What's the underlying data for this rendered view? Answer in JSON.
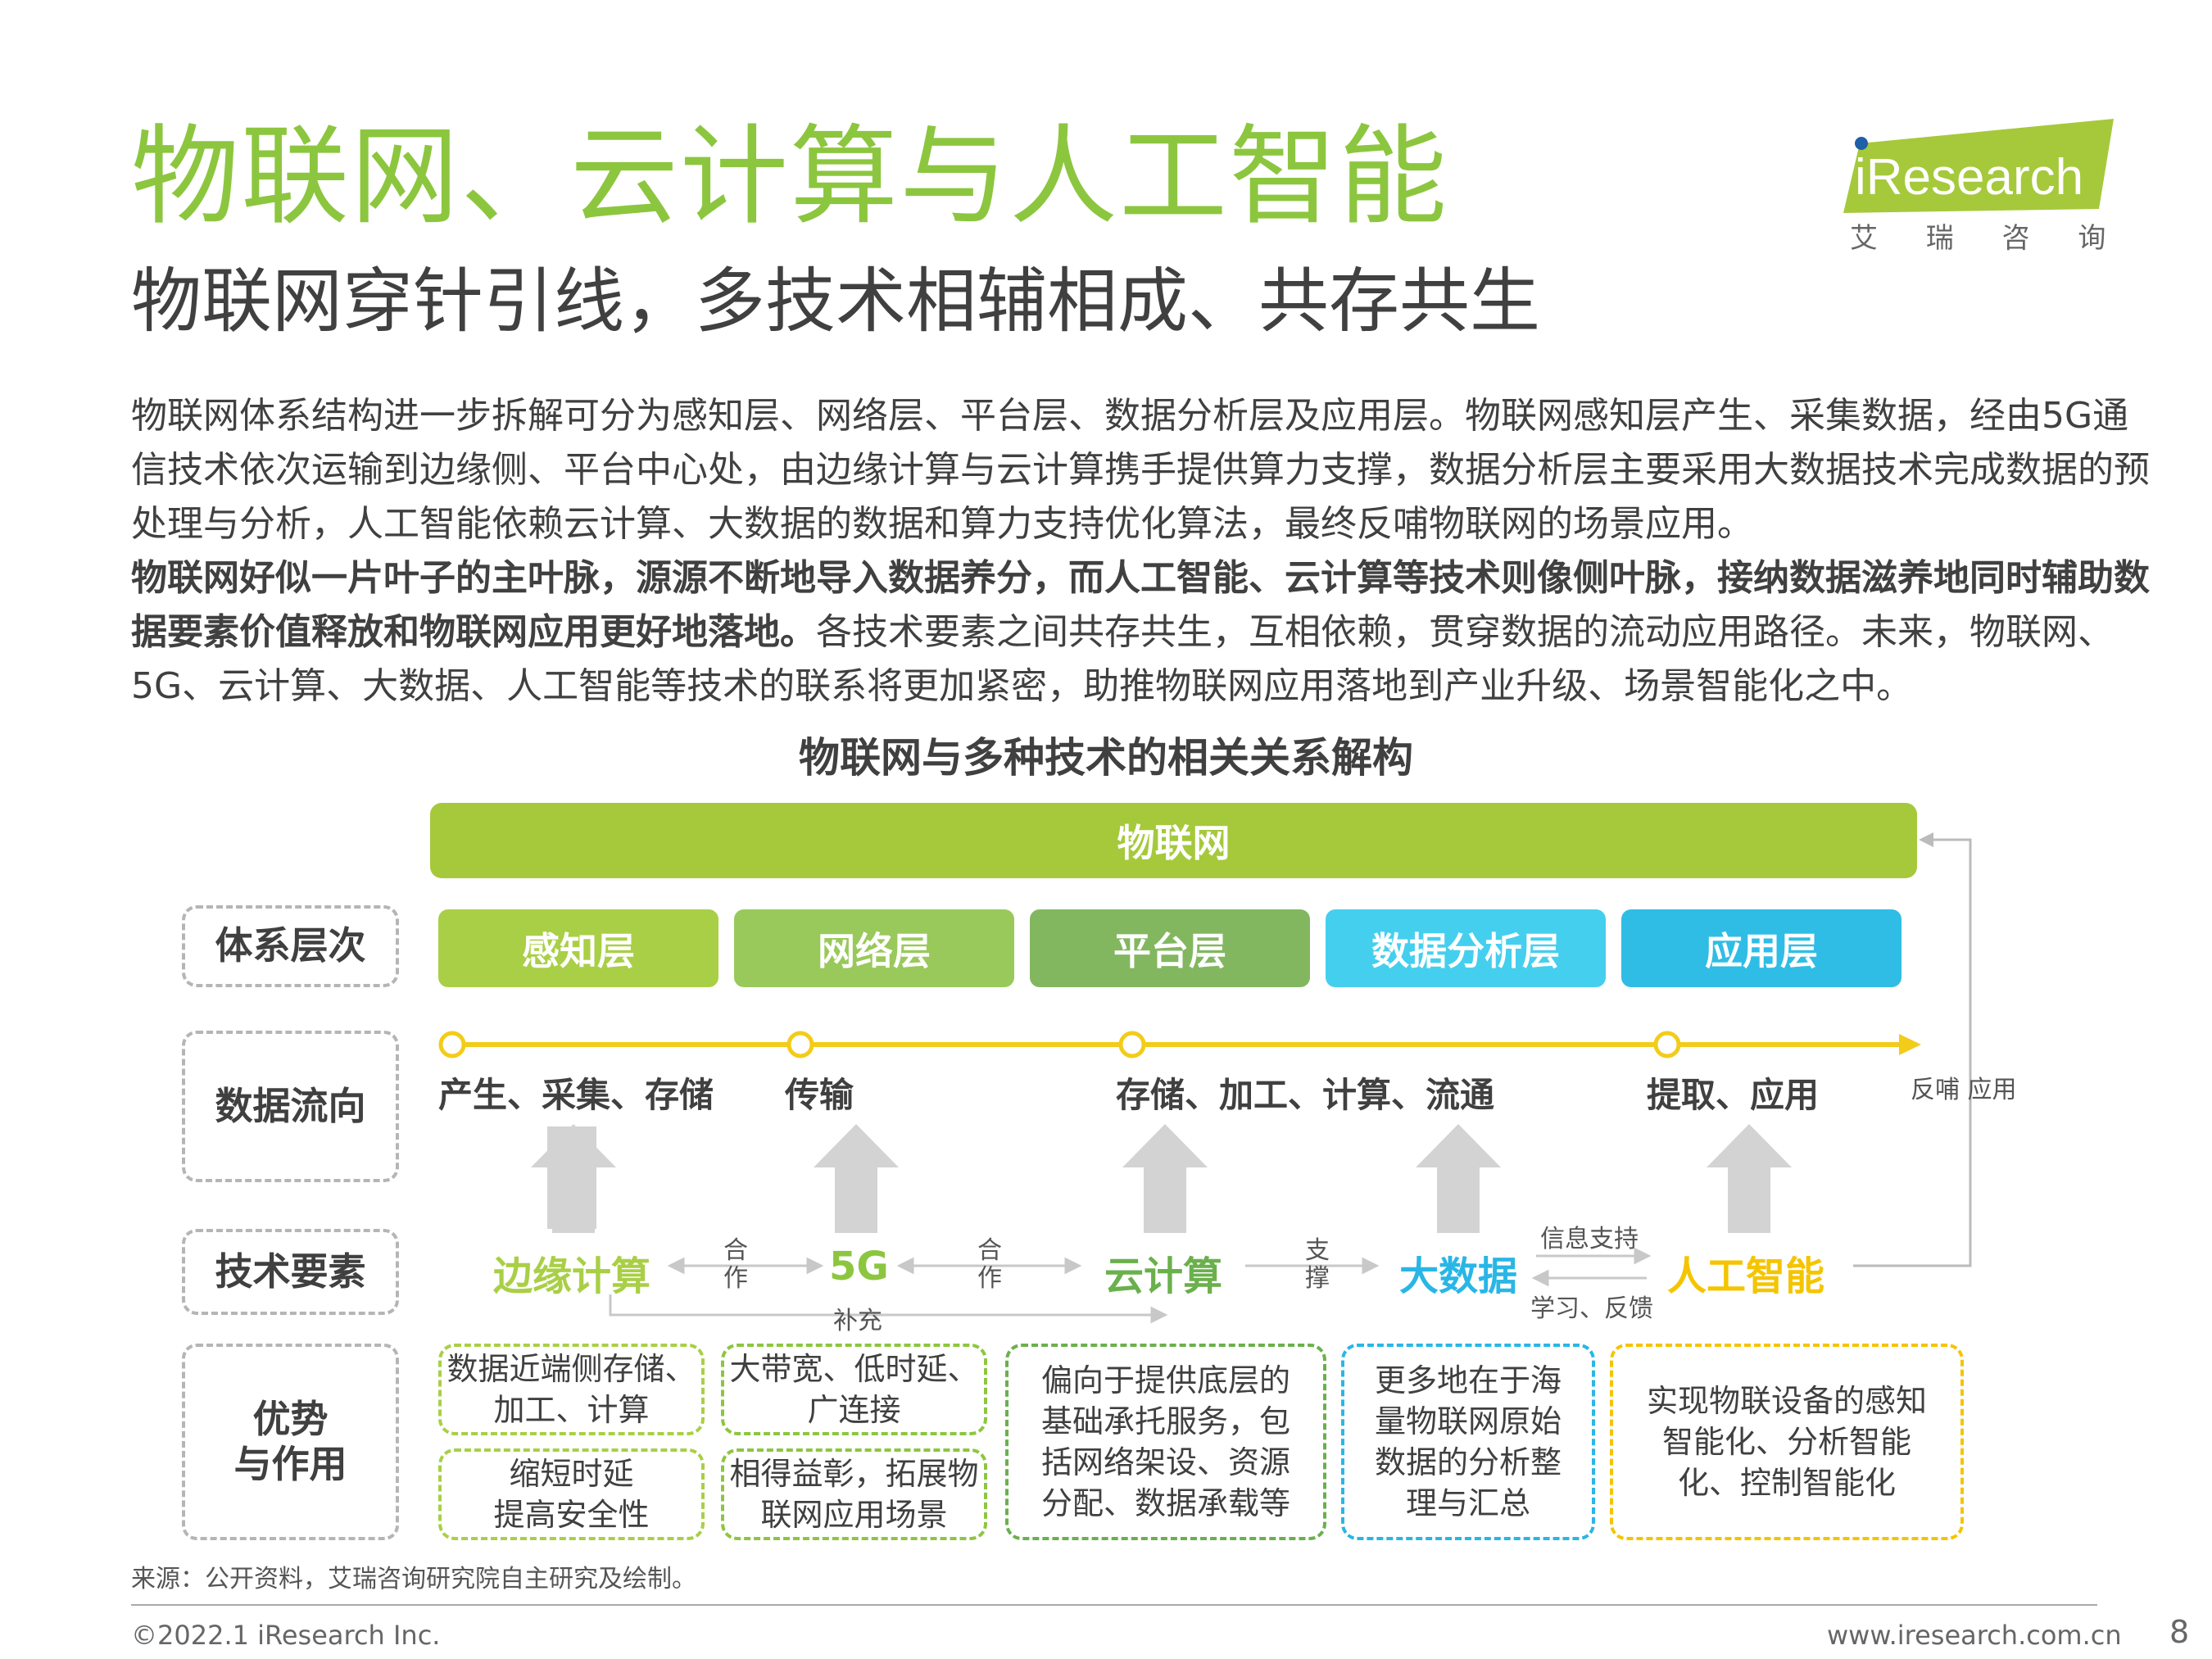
{
  "header": {
    "title": "物联网、云计算与人工智能",
    "subtitle": "物联网穿针引线，多技术相辅相成、共存共生",
    "logo_text": "iResearch",
    "logo_cn": "艾 瑞 咨 询"
  },
  "paragraph": {
    "line1": "物联网体系结构进一步拆解可分为感知层、网络层、平台层、数据分析层及应用层。物联网感知层产生、采集数据，经由5G通信技术依次运输到边缘侧、平台中心处，由边缘计算与云计算携手提供算力支撑，数据分析层主要采用大数据技术完成数据的预处理与分析，人工智能依赖云计算、大数据的数据和算力支持优化算法，最终反哺物联网的场景应用。",
    "bold_part": "物联网好似一片叶子的主叶脉，源源不断地导入数据养分，而人工智能、云计算等技术则像侧叶脉，接纳数据滋养地同时辅助数据要素价值释放和物联网应用更好地落地。",
    "normal_part": "各技术要素之间共存共生，互相依赖，贯穿数据的流动应用路径。未来，物联网、5G、云计算、大数据、人工智能等技术的联系将更加紧密，助推物联网应用落地到产业升级、场景智能化之中。"
  },
  "diagram": {
    "title": "物联网与多种技术的相关关系解构",
    "top_bar": "物联网",
    "row_labels": {
      "layers": "体系层次",
      "flow": "数据流向",
      "tech": "技术要素",
      "advantage_line1": "优势",
      "advantage_line2": "与作用"
    },
    "layers": [
      "感知层",
      "网络层",
      "平台层",
      "数据分析层",
      "应用层"
    ],
    "flow_labels": [
      "产生、采集、存储",
      "传输",
      "存储、加工、计算、流通",
      "提取、应用"
    ],
    "feedback_label": "反哺 应用",
    "tech": {
      "edge": "边缘计算",
      "g5": "5G",
      "cloud": "云计算",
      "bigdata": "大数据",
      "ai": "人工智能"
    },
    "relations": {
      "coop1_a": "合",
      "coop1_b": "作",
      "coop2_a": "合",
      "coop2_b": "作",
      "support_a": "支",
      "support_b": "撑",
      "supplement": "补充",
      "info_support": "信息支持",
      "learn_feedback": "学习、反馈"
    },
    "advantages": {
      "edge_1": "数据近端侧存储、加工、计算",
      "edge_2_line1": "缩短时延",
      "edge_2_line2": "提高安全性",
      "g5_1": "大带宽、低时延、广连接",
      "g5_2": "相得益彰，拓展物联网应用场景",
      "cloud": "偏向于提供底层的基础承托服务，包括网络架设、资源分配、数据承载等",
      "bigdata": "更多地在于海量物联网原始数据的分析整理与汇总",
      "ai": "实现物联设备的感知智能化、分析智能化、控制智能化"
    },
    "colors": {
      "iot": "#a5c93b",
      "perception": "#a9cf46",
      "network": "#99c95a",
      "platform": "#82b760",
      "analysis": "#45cfee",
      "application": "#2fbde6",
      "flow_line": "#f2cc1a",
      "edge_text": "#a9cf46",
      "g5_text": "#8cc63f",
      "cloud_text": "#6ab04c",
      "bigdata_text": "#29b6e6",
      "ai_text": "#f5c400"
    }
  },
  "footer": {
    "source": "来源：公开资料，艾瑞咨询研究院自主研究及绘制。",
    "copyright": "©2022.1 iResearch Inc.",
    "url": "www.iresearch.com.cn",
    "page": "8"
  }
}
